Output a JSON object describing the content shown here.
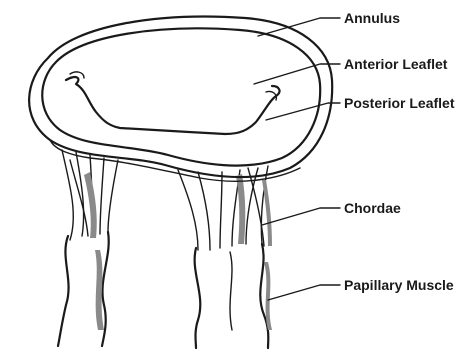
{
  "diagram": {
    "labels": {
      "annulus": "Annulus",
      "anterior_leaflet": "Anterior Leaflet",
      "posterior_leaflet": "Posterior Leaflet",
      "chordae": "Chordae",
      "papillary_muscle": "Papillary Muscle"
    },
    "colors": {
      "ink": "#1a1a1a",
      "shading": "#8a8a8a",
      "background": "#ffffff"
    }
  }
}
